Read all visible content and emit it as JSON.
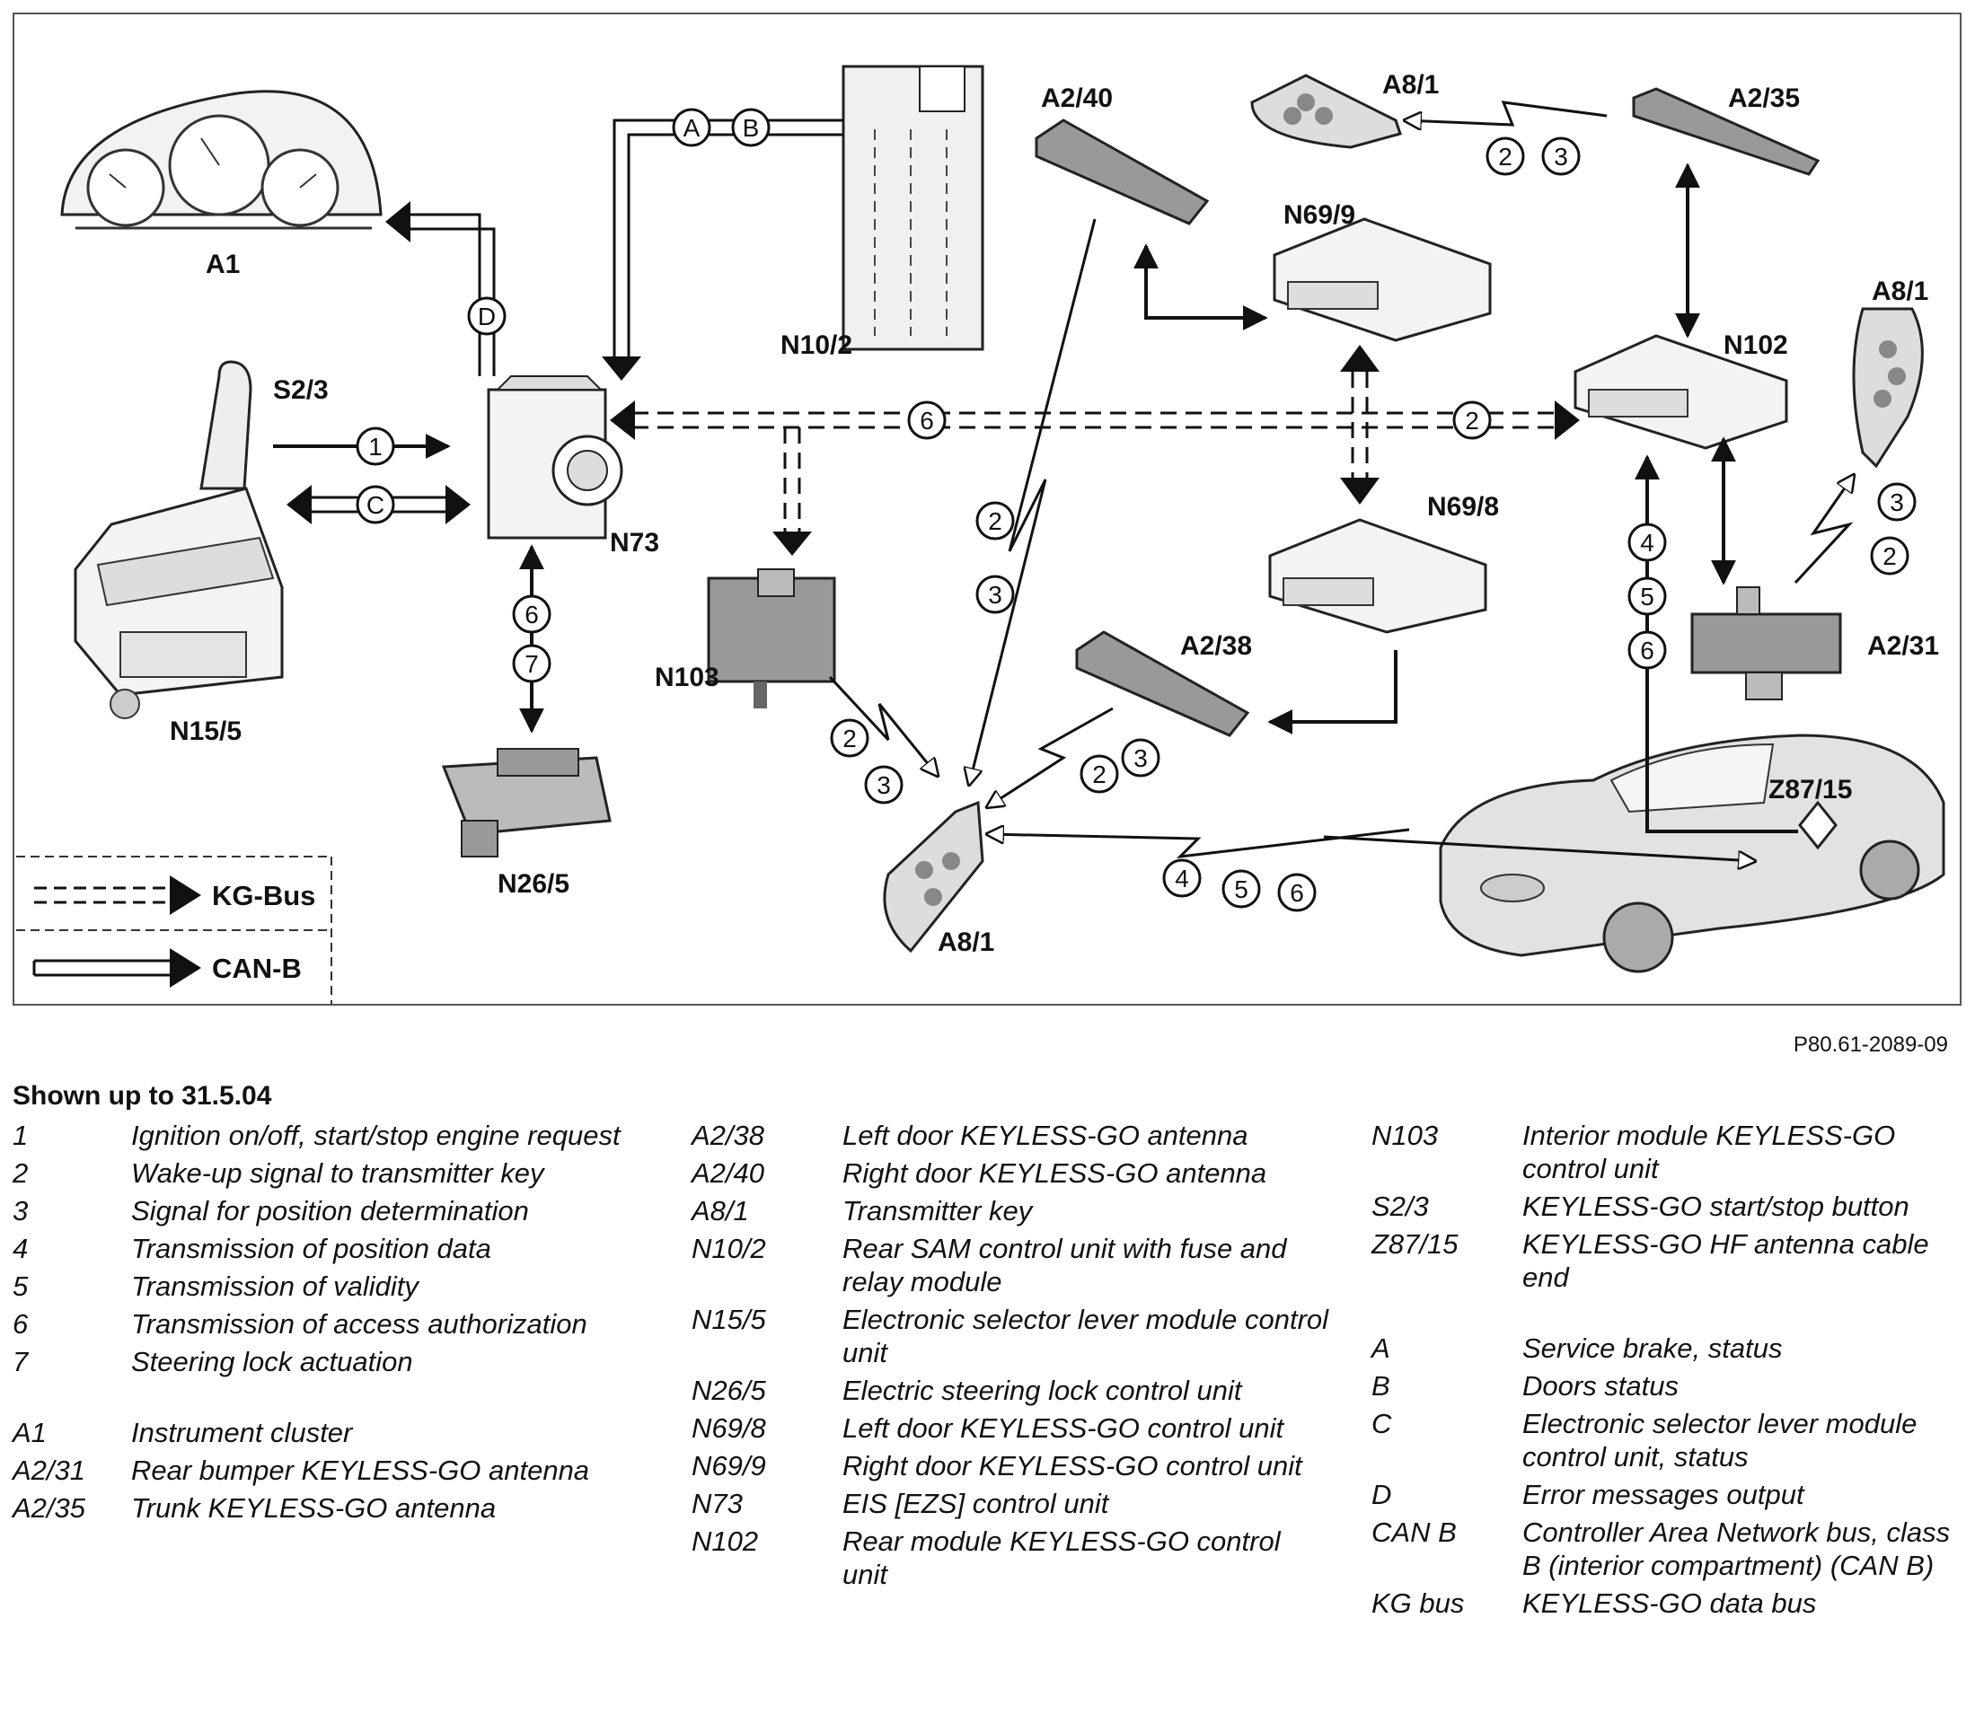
{
  "diagram": {
    "components": {
      "A1": "A1",
      "S2_3": "S2/3",
      "N15_5": "N15/5",
      "N73": "N73",
      "N26_5": "N26/5",
      "N10_2": "N10/2",
      "A2_40": "A2/40",
      "N103": "N103",
      "A8_1_top": "A8/1",
      "A2_35": "A2/35",
      "N69_9": "N69/9",
      "N69_8": "N69/8",
      "A2_38": "A2/38",
      "N102": "N102",
      "A8_1_right": "A8/1",
      "A2_31": "A2/31",
      "A8_1_bottom": "A8/1",
      "Z87_15": "Z87/15"
    },
    "markers": {
      "A": "A",
      "B": "B",
      "C": "C",
      "D": "D",
      "n1": "1",
      "n2": "2",
      "n3": "3",
      "n4": "4",
      "n5": "5",
      "n6": "6",
      "n7": "7"
    },
    "bus_legend": {
      "kg_bus": "KG-Bus",
      "can_b": "CAN-B"
    }
  },
  "figure_id": "P80.61-2089-09",
  "shown_up_to": "Shown up to 31.5.04",
  "legend": {
    "col1": [
      {
        "code": "1",
        "desc": "Ignition on/off, start/stop engine request"
      },
      {
        "code": "2",
        "desc": "Wake-up signal to transmitter key"
      },
      {
        "code": "3",
        "desc": "Signal for position determination"
      },
      {
        "code": "4",
        "desc": "Transmission of position data"
      },
      {
        "code": "5",
        "desc": "Transmission of validity"
      },
      {
        "code": "6",
        "desc": "Transmission of access authorization"
      },
      {
        "code": "7",
        "desc": "Steering lock actuation"
      },
      {
        "code": "A1",
        "desc": "Instrument cluster"
      },
      {
        "code": "A2/31",
        "desc": "Rear bumper KEYLESS-GO antenna"
      },
      {
        "code": "A2/35",
        "desc": "Trunk KEYLESS-GO antenna"
      }
    ],
    "col2": [
      {
        "code": "A2/38",
        "desc": "Left door KEYLESS-GO antenna"
      },
      {
        "code": "A2/40",
        "desc": "Right door KEYLESS-GO antenna"
      },
      {
        "code": "A8/1",
        "desc": "Transmitter key"
      },
      {
        "code": "N10/2",
        "desc": "Rear SAM control unit with fuse and relay module"
      },
      {
        "code": "N15/5",
        "desc": "Electronic selector lever module control unit"
      },
      {
        "code": "N26/5",
        "desc": "Electric steering lock control unit"
      },
      {
        "code": "N69/8",
        "desc": "Left door KEYLESS-GO control unit"
      },
      {
        "code": "N69/9",
        "desc": "Right door KEYLESS-GO control unit"
      },
      {
        "code": "N73",
        "desc": "EIS [EZS] control unit"
      },
      {
        "code": "N102",
        "desc": "Rear module KEYLESS-GO control unit"
      }
    ],
    "col3": [
      {
        "code": "N103",
        "desc": "Interior module KEYLESS-GO control unit"
      },
      {
        "code": "S2/3",
        "desc": "KEYLESS-GO start/stop button"
      },
      {
        "code": "Z87/15",
        "desc": "KEYLESS-GO HF antenna cable end"
      },
      {
        "code": "A",
        "desc": "Service brake, status"
      },
      {
        "code": "B",
        "desc": "Doors status"
      },
      {
        "code": "C",
        "desc": "Electronic selector lever module control unit, status"
      },
      {
        "code": "D",
        "desc": "Error messages output"
      },
      {
        "code": "CAN B",
        "desc": "Controller Area Network bus, class B (interior compartment) (CAN B)"
      },
      {
        "code": "KG bus",
        "desc": "KEYLESS-GO data bus"
      }
    ]
  }
}
